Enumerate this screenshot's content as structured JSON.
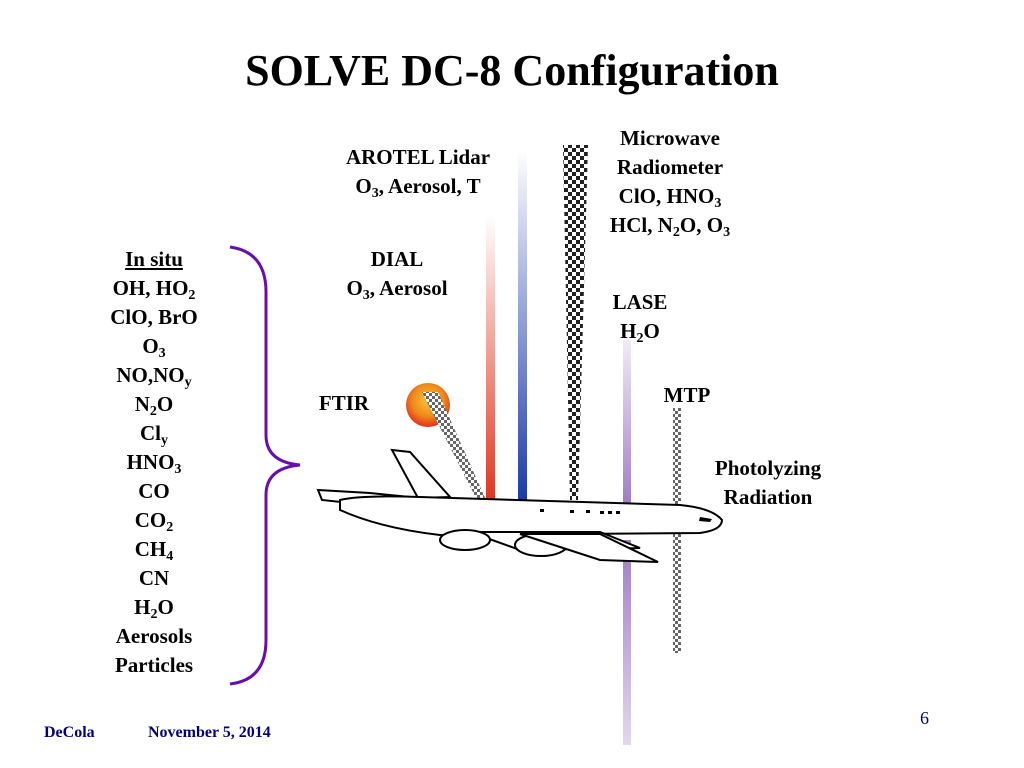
{
  "slide": {
    "title": "SOLVE DC-8 Configuration",
    "page_number": "6"
  },
  "footer": {
    "author": "DeCola",
    "date": "November 5, 2014"
  },
  "in_situ": {
    "header": "In situ",
    "items": [
      {
        "base": "OH, HO",
        "sub": "2",
        "tail": ""
      },
      {
        "base": "ClO, BrO",
        "sub": "",
        "tail": ""
      },
      {
        "base": "O",
        "sub": "3",
        "tail": ""
      },
      {
        "base": "NO,NO",
        "sub": "y",
        "tail": ""
      },
      {
        "base": "N",
        "sub": "2",
        "tail": "O"
      },
      {
        "base": "Cl",
        "sub": "y",
        "tail": ""
      },
      {
        "base": "HNO",
        "sub": "3",
        "tail": ""
      },
      {
        "base": "CO",
        "sub": "",
        "tail": ""
      },
      {
        "base": "CO",
        "sub": "2",
        "tail": ""
      },
      {
        "base": "CH",
        "sub": "4",
        "tail": ""
      },
      {
        "base": "CN",
        "sub": "",
        "tail": ""
      },
      {
        "base": "H",
        "sub": "2",
        "tail": "O"
      },
      {
        "base": "Aerosols",
        "sub": "",
        "tail": ""
      },
      {
        "base": "Particles",
        "sub": "",
        "tail": ""
      }
    ]
  },
  "instruments": {
    "arotel": {
      "name": "AROTEL Lidar",
      "m1": "O",
      "s1": "3",
      "m2": ", Aerosol, T"
    },
    "dial": {
      "name": "DIAL",
      "m1": "O",
      "s1": "3",
      "m2": ", Aerosol"
    },
    "microwave": {
      "name1": "Microwave",
      "name2": "Radiometer",
      "l3a": "ClO, HNO",
      "l3s": "3",
      "l4a": "HCl, N",
      "l4s": "2",
      "l4b": "O, O",
      "l4s2": "3"
    },
    "lase": {
      "name": "LASE",
      "m1": "H",
      "s1": "2",
      "m2": "O"
    },
    "ftir": {
      "name": "FTIR"
    },
    "mtp": {
      "name": "MTP"
    },
    "photolyzing": {
      "line1": "Photolyzing",
      "line2": "Radiation"
    }
  },
  "colors": {
    "footer_text": "#000080",
    "brace": "#6a0dad",
    "arotel_beam": "#1a3aa8",
    "dial_beam": "#e0351e",
    "lase_beam": "#a27ac7",
    "sun_top": "#f08a1a",
    "sun_bottom": "#e03020"
  }
}
